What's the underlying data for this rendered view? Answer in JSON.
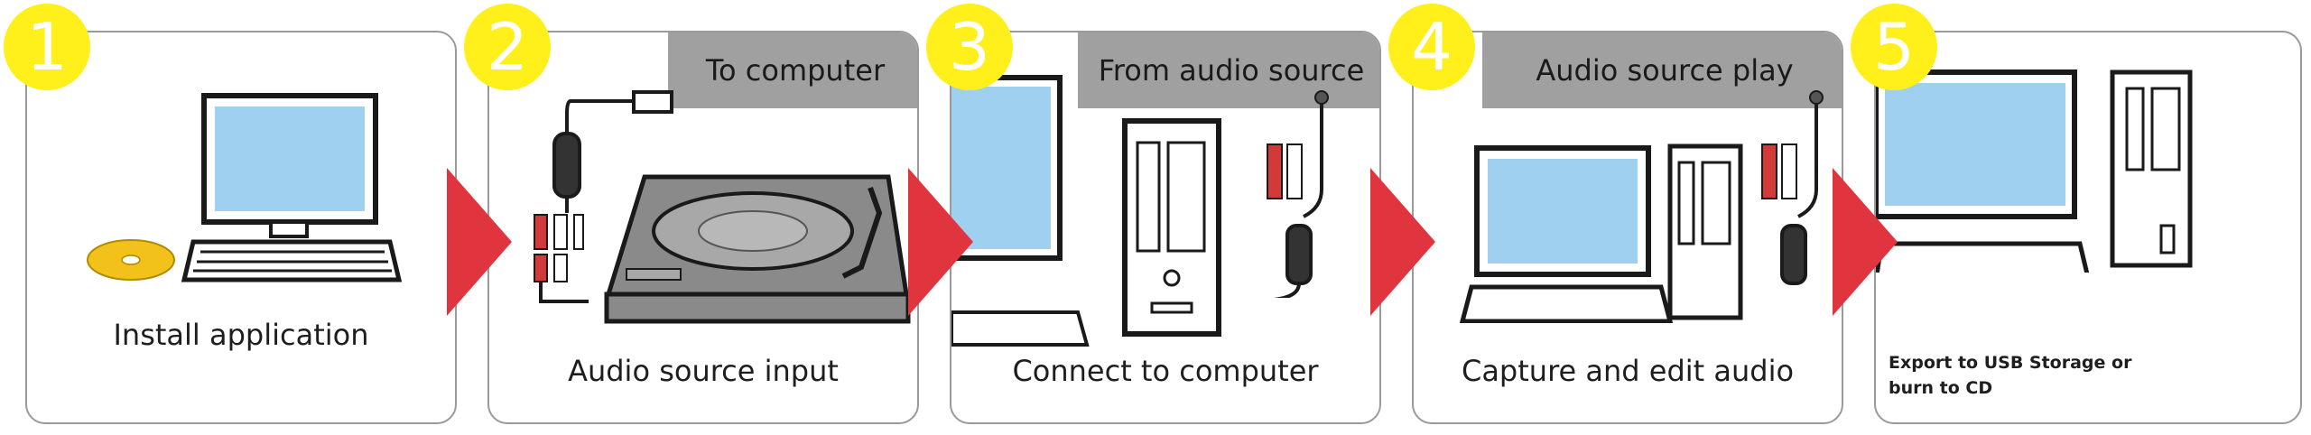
{
  "steps": [
    {
      "number": "1",
      "caption": "Install application"
    },
    {
      "number": "2",
      "caption": "Audio source input",
      "banner": "To computer"
    },
    {
      "number": "3",
      "caption": "Connect to computer",
      "banner": "From audio source"
    },
    {
      "number": "4",
      "caption": "Capture and edit  audio",
      "banner": "Audio source  play"
    },
    {
      "number": "5",
      "caption_line1": "Export to USB Storage or",
      "caption_line2": "burn to CD"
    }
  ],
  "colors": {
    "badge": "#ffef1a",
    "arrow": "#e0353f",
    "banner": "#a0a0a0",
    "screen": "#9fd0f0",
    "cd": "#f2c21a"
  }
}
